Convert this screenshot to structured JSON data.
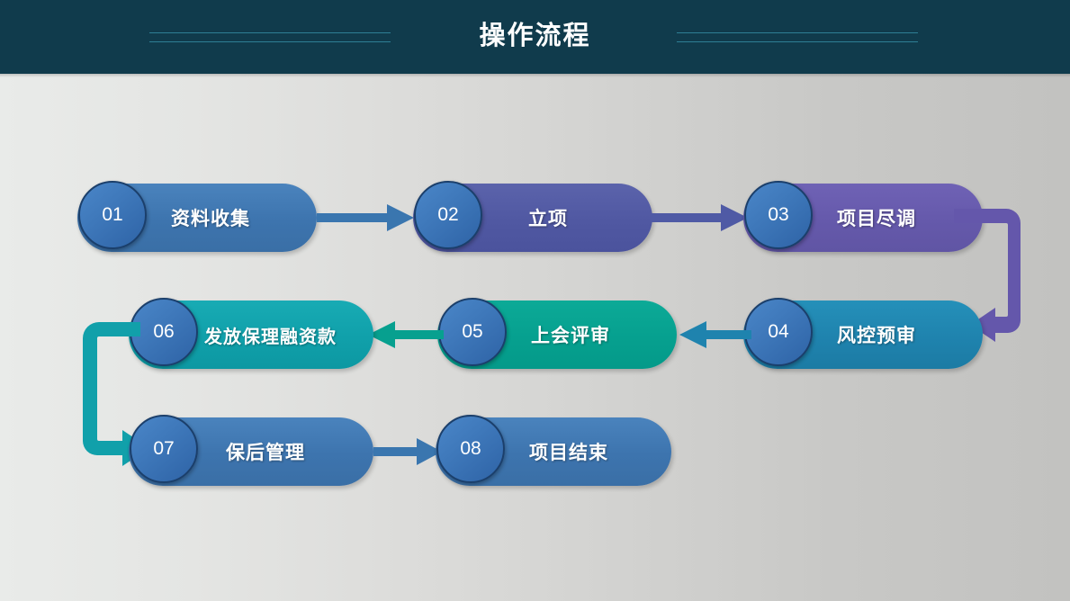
{
  "header": {
    "title": "操作流程",
    "bg_color": "#103b4c",
    "line_color": "#2e7f95"
  },
  "background": {
    "gradient_from": "#e9ebe9",
    "gradient_to": "#c2c2c0"
  },
  "flow": {
    "steps": [
      {
        "number": "01",
        "label": "资料收集",
        "color": "#3a76af"
      },
      {
        "number": "02",
        "label": "立项",
        "color": "#4f5aa5"
      },
      {
        "number": "03",
        "label": "项目尽调",
        "color": "#6457ab"
      },
      {
        "number": "04",
        "label": "风控预审",
        "color": "#1f83ae"
      },
      {
        "number": "05",
        "label": "上会评审",
        "color": "#07a08f"
      },
      {
        "number": "06",
        "label": "发放保理融资款",
        "color": "#11a0aa"
      },
      {
        "number": "07",
        "label": "保后管理",
        "color": "#3a76af"
      },
      {
        "number": "08",
        "label": "项目结束",
        "color": "#3a76af"
      }
    ],
    "connectors": [
      {
        "from": "01",
        "to": "02",
        "kind": "arrow-right",
        "color": "#3a76af"
      },
      {
        "from": "02",
        "to": "03",
        "kind": "arrow-right",
        "color": "#4f5aa5"
      },
      {
        "from": "03",
        "to": "04",
        "kind": "elbow-down-left",
        "color": "#6457ab"
      },
      {
        "from": "04",
        "to": "05",
        "kind": "arrow-left",
        "color": "#1f83ae"
      },
      {
        "from": "05",
        "to": "06",
        "kind": "arrow-left",
        "color": "#07a08f"
      },
      {
        "from": "06",
        "to": "07",
        "kind": "elbow-down-right",
        "color": "#11a0aa"
      },
      {
        "from": "07",
        "to": "08",
        "kind": "arrow-right",
        "color": "#3a76af"
      }
    ]
  }
}
